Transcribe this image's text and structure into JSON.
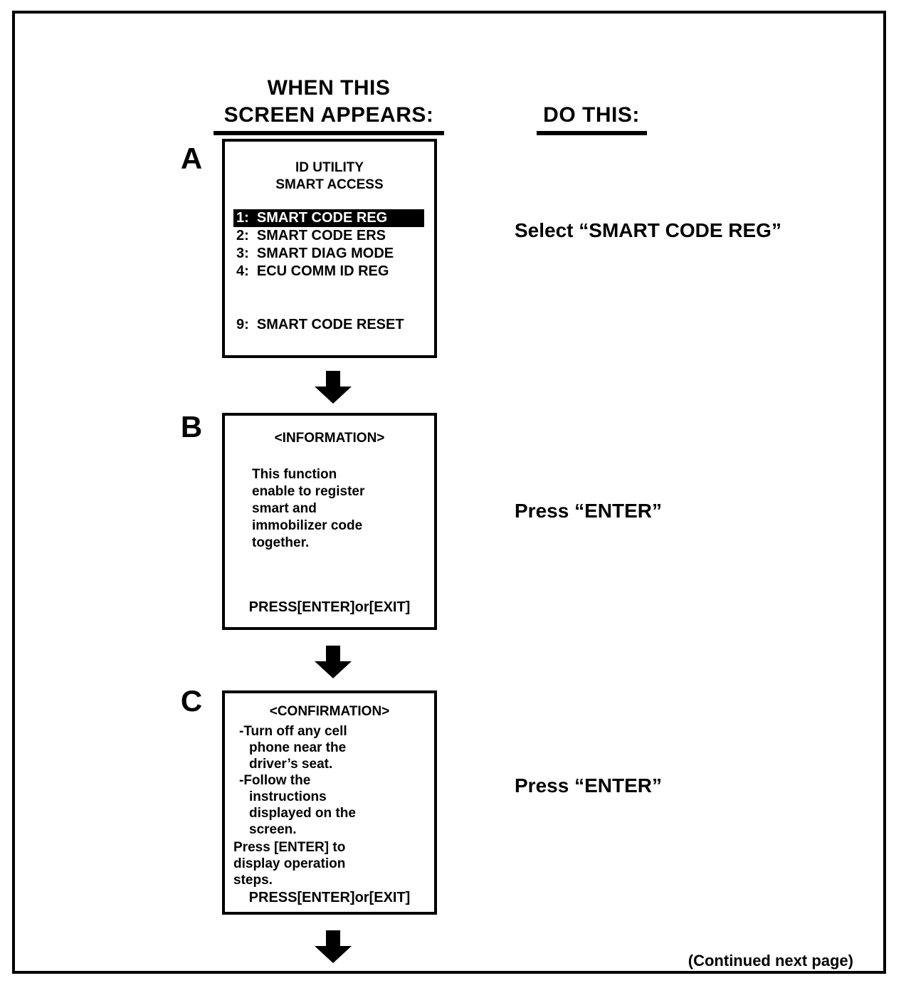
{
  "page": {
    "border_color": "#000000",
    "background": "#ffffff"
  },
  "headers": {
    "left": "WHEN THIS\nSCREEN APPEARS:",
    "right": "DO THIS:"
  },
  "steps": [
    {
      "letter": "A",
      "screen": {
        "title": "ID UTILITY\nSMART ACCESS",
        "menu": [
          {
            "label": "1:  SMART CODE REG",
            "selected": true
          },
          {
            "label": "2:  SMART CODE ERS",
            "selected": false
          },
          {
            "label": "3:  SMART DIAG MODE",
            "selected": false
          },
          {
            "label": "4:  ECU COMM ID REG",
            "selected": false
          },
          {
            "label": "9:  SMART CODE RESET",
            "selected": false
          }
        ]
      },
      "instruction": "Select “SMART CODE REG”"
    },
    {
      "letter": "B",
      "screen": {
        "title": "<INFORMATION>",
        "body": "This function\nenable to register\nsmart and\nimmobilizer  code\ntogether.",
        "footer": "PRESS[ENTER]or[EXIT]"
      },
      "instruction": "Press “ENTER”"
    },
    {
      "letter": "C",
      "screen": {
        "title": "<CONFIRMATION>",
        "bullets": [
          "-Turn off any cell\n phone near the\n driver’s seat.",
          "-Follow the\n instructions\n displayed on the\n screen."
        ],
        "paragraph": "Press [ENTER] to\ndisplay operation\nsteps.",
        "footer": "PRESS[ENTER]or[EXIT]"
      },
      "instruction": "Press “ENTER”"
    }
  ],
  "footer": {
    "continued": "(Continued next page)"
  },
  "icons": {
    "arrow": "arrow-down-icon"
  }
}
